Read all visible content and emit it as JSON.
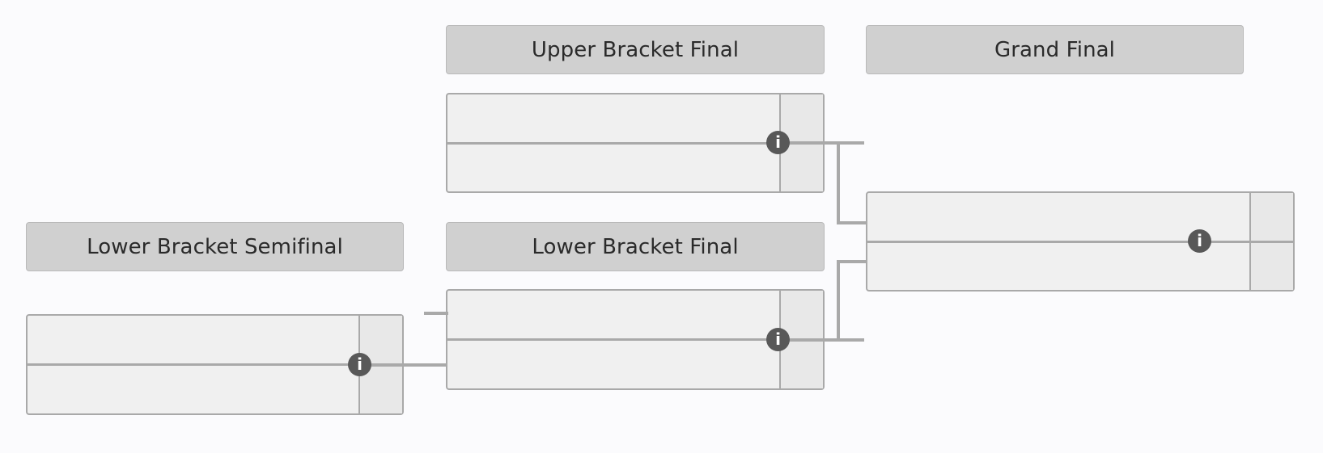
{
  "page": {
    "title": "Tournament Bracket",
    "background_color": "#fbfbfd",
    "line_color": "#a9a9a9",
    "header_fill": "#d0d0d0",
    "match_fill": "#f0f0f0",
    "score_fill": "#e8e8e8",
    "info_badge_color": "#585858"
  },
  "rounds": [
    {
      "id": "upper-bracket-final",
      "label": "Upper Bracket Final"
    },
    {
      "id": "grand-final",
      "label": "Grand Final"
    },
    {
      "id": "lower-bracket-semifinal",
      "label": "Lower Bracket Semifinal"
    },
    {
      "id": "lower-bracket-final",
      "label": "Lower Bracket Final"
    }
  ],
  "matches": [
    {
      "id": "upper-bracket-final-match",
      "round": "Upper Bracket Final",
      "info_label": "i",
      "slots": [
        {
          "team": "",
          "score": ""
        },
        {
          "team": "",
          "score": ""
        }
      ]
    },
    {
      "id": "grand-final-match",
      "round": "Grand Final",
      "info_label": "i",
      "slots": [
        {
          "team": "",
          "score": ""
        },
        {
          "team": "",
          "score": ""
        }
      ]
    },
    {
      "id": "lower-bracket-semifinal-match",
      "round": "Lower Bracket Semifinal",
      "info_label": "i",
      "slots": [
        {
          "team": "",
          "score": ""
        },
        {
          "team": "",
          "score": ""
        }
      ]
    },
    {
      "id": "lower-bracket-final-match",
      "round": "Lower Bracket Final",
      "info_label": "i",
      "slots": [
        {
          "team": "",
          "score": ""
        },
        {
          "team": "",
          "score": ""
        }
      ]
    }
  ]
}
